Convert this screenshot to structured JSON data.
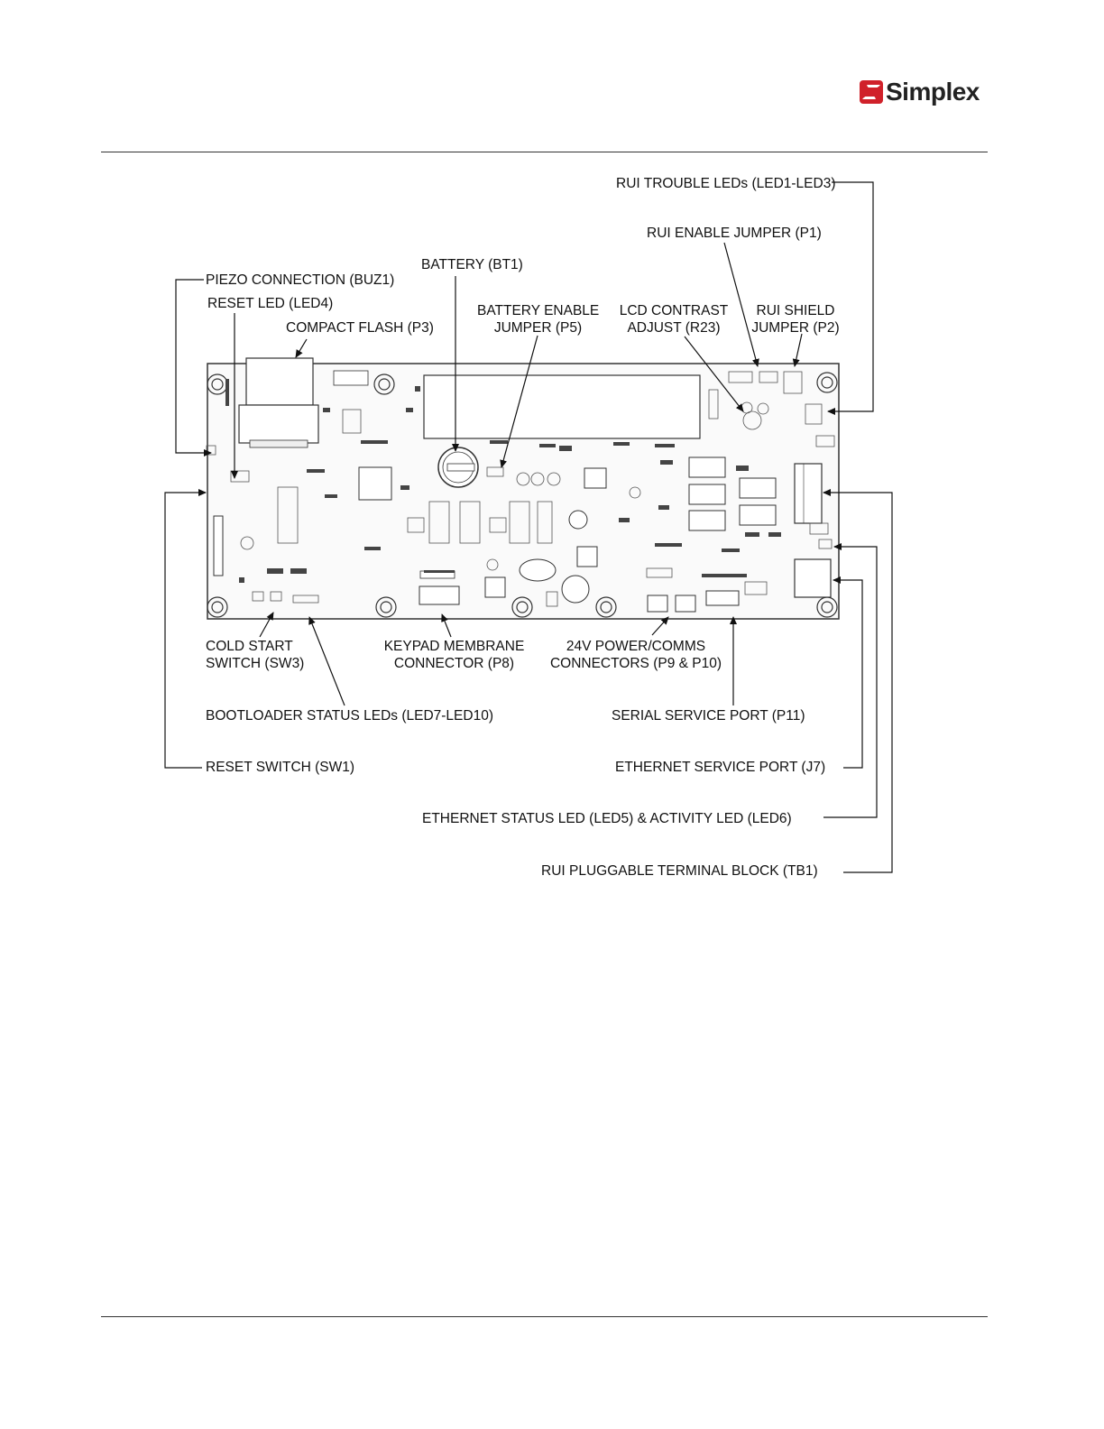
{
  "header": {
    "brand": "Simplex",
    "brand_color": "#d0212a"
  },
  "diagram": {
    "labels": {
      "rui_trouble_leds": "RUI TROUBLE LEDs (LED1-LED3)",
      "rui_enable_jumper": "RUI ENABLE JUMPER (P1)",
      "piezo_connection": "PIEZO CONNECTION (BUZ1)",
      "battery": "BATTERY (BT1)",
      "reset_led": "RESET LED (LED4)",
      "battery_enable_jumper": "BATTERY ENABLE\nJUMPER (P5)",
      "lcd_contrast_adjust": "LCD CONTRAST\nADJUST (R23)",
      "rui_shield_jumper": "RUI SHIELD\nJUMPER (P2)",
      "compact_flash": "COMPACT FLASH (P3)",
      "cold_start_switch": "COLD START\nSWITCH (SW3)",
      "keypad_membrane_connector": "KEYPAD MEMBRANE\nCONNECTOR (P8)",
      "power_comms_connectors": "24V POWER/COMMS\nCONNECTORS (P9 & P10)",
      "bootloader_status_leds": "BOOTLOADER STATUS LEDs (LED7-LED10)",
      "serial_service_port": "SERIAL SERVICE PORT (P11)",
      "reset_switch": "RESET SWITCH (SW1)",
      "ethernet_service_port": "ETHERNET SERVICE PORT (J7)",
      "ethernet_status_led": "ETHERNET STATUS LED (LED5) & ACTIVITY LED (LED6)",
      "rui_terminal_block": "RUI PLUGGABLE TERMINAL BLOCK (TB1)"
    }
  }
}
